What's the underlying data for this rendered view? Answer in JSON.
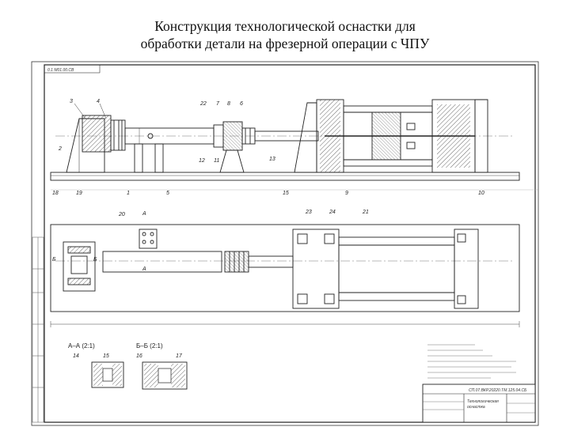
{
  "slide": {
    "title_line1": "Конструкция технологической оснастки для",
    "title_line2": "обработки детали на фрезерной операции с ЧПУ"
  },
  "drawing": {
    "stamp_code": "0.1 M01.00.CB",
    "callouts": {
      "c3": "3",
      "c4": "4",
      "c22": "22",
      "c7": "7",
      "c8": "8",
      "c6": "6",
      "c12": "12",
      "c11": "11",
      "c13": "13",
      "c18": "18",
      "c19": "19",
      "c1": "1",
      "c5": "5",
      "c15": "15",
      "c9": "9",
      "c10": "10",
      "c2": "2",
      "c20": "20",
      "c23": "23",
      "c24": "24",
      "c21": "21",
      "cA": "A",
      "cA2": "A",
      "cB": "Б",
      "cB2": "Б",
      "c14": "14",
      "c16": "16",
      "c17": "17",
      "c15b": "15"
    },
    "sections": {
      "aa": "А–А (2:1)",
      "bb": "Б–Б (2:1)"
    },
    "title_block": {
      "doc_code": "СП.07.ВКР.20220.ТМ.125.04.СБ",
      "name_line1": "Технологическая",
      "name_line2": "оснастка"
    }
  }
}
